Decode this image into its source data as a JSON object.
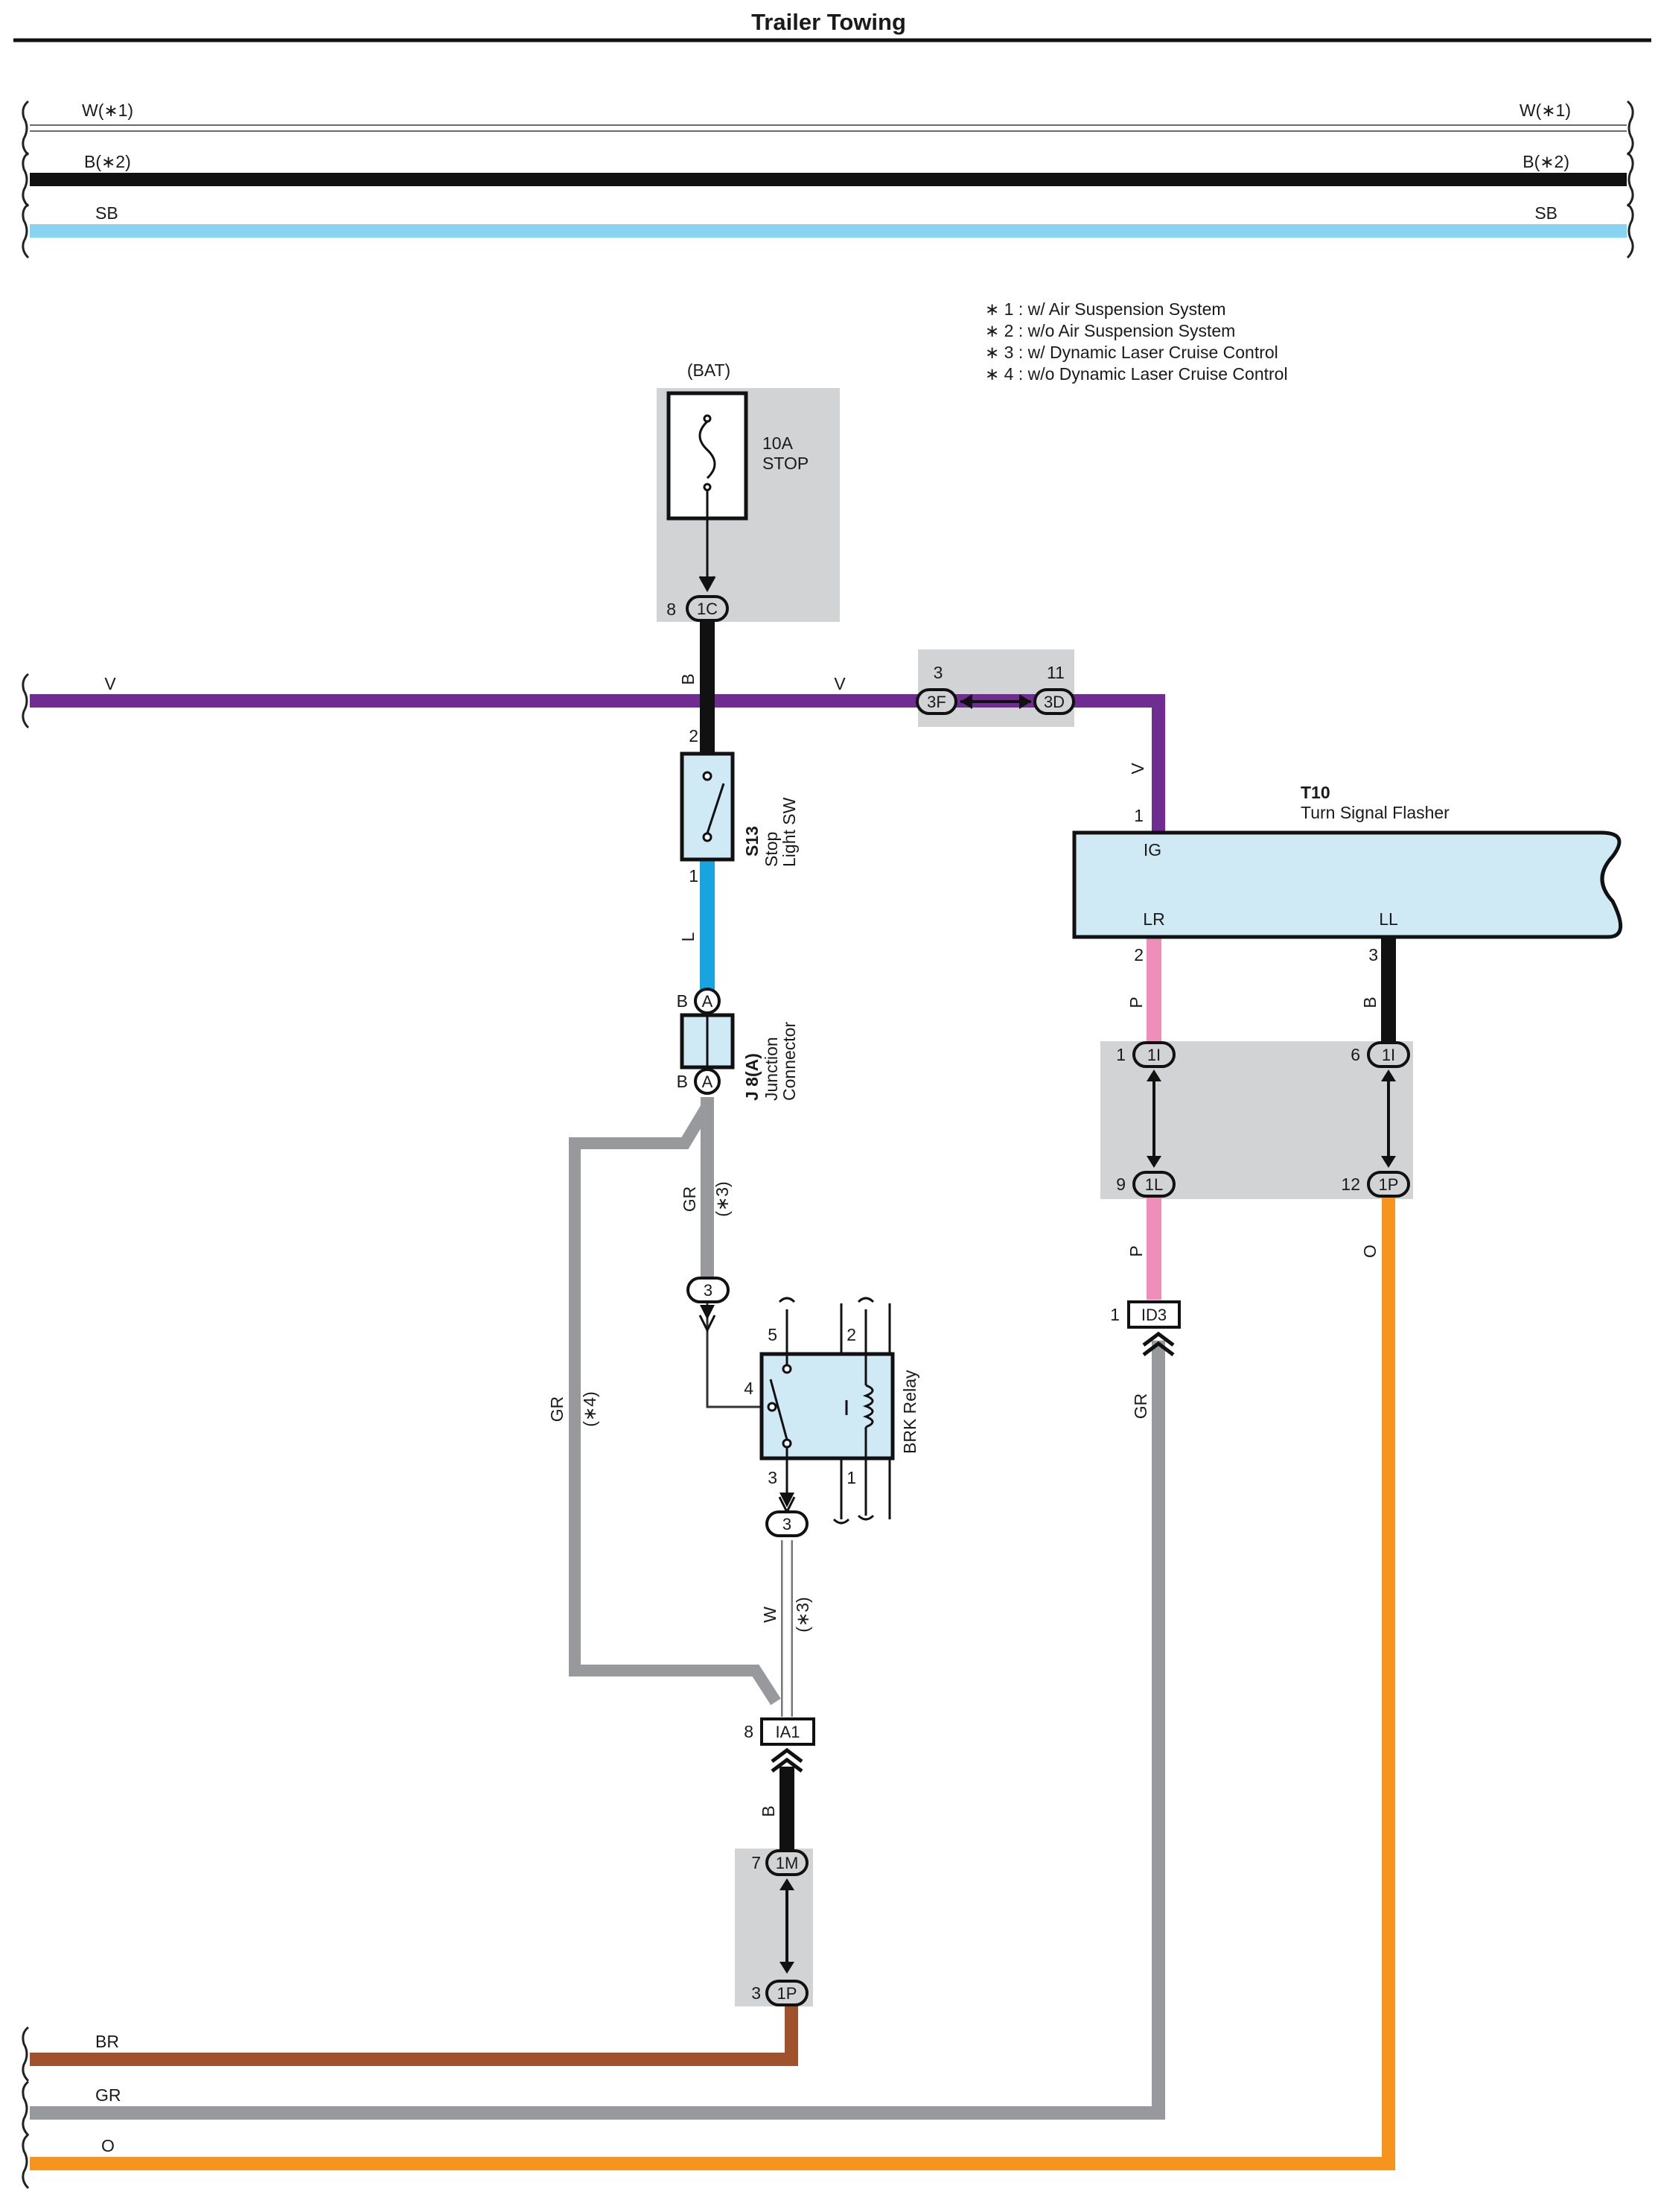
{
  "title": "Trailer Towing",
  "colors": {
    "V": "#6f2c91",
    "B": "#111111",
    "SB": "#87d3f1",
    "L": "#18a4e0",
    "GR": "#97999c",
    "W": "#ffffff",
    "P": "#ef8fb9",
    "O": "#f7941d",
    "BR": "#a0522d",
    "box_fill": "#cfe9f5",
    "shade": "#d1d3d5"
  },
  "top_wires": [
    {
      "left": "W(∗1)",
      "right": "W(∗1)"
    },
    {
      "left": "B(∗2)",
      "right": "B(∗2)"
    },
    {
      "left": "SB",
      "right": "SB"
    }
  ],
  "notes": [
    "∗ 1 : w/ Air Suspension System",
    "∗ 2 : w/o Air Suspension System",
    "∗ 3 : w/ Dynamic Laser Cruise Control",
    "∗ 4 : w/o Dynamic Laser Cruise Control"
  ],
  "fuse": {
    "source": "(BAT)",
    "rating": "10A",
    "name": "STOP",
    "connector": "1C",
    "pin": "8"
  },
  "wire_labels": {
    "v_left": "V",
    "v_mid": "V",
    "b_fuse": "B",
    "l_switch": "L",
    "gr_junction": "GR",
    "gr_junction_note": "(∗3)",
    "gr_bypass": "GR",
    "gr_bypass_note": "(∗4)",
    "w_relay": "W",
    "w_relay_note": "(∗3)",
    "b_ia1": "B",
    "v_flasher": "V",
    "p_lr": "P",
    "b_ll": "B",
    "p_id3": "P",
    "o_right": "O",
    "gr_id3": "GR"
  },
  "relay_connectors": {
    "left": "3F",
    "left_pin": "3",
    "right": "3D",
    "right_pin": "11"
  },
  "stop_switch": {
    "id": "S13",
    "name1": "Stop",
    "name2": "Light SW",
    "pin_top": "2",
    "pin_bottom": "1"
  },
  "junction": {
    "id": "J 8(A)",
    "name1": "Junction",
    "name2": "Connector",
    "top_letter": "A",
    "top_pin": "B",
    "bottom_letter": "A",
    "bottom_pin": "B"
  },
  "brk_relay": {
    "name": "BRK Relay",
    "pin5": "5",
    "pin2": "2",
    "pin4": "4",
    "pin3": "3",
    "pin1": "1",
    "conn_top": "3",
    "conn_bottom": "3"
  },
  "flasher": {
    "id": "T10",
    "name": "Turn Signal Flasher",
    "pin_ig": "IG",
    "pin_lr": "LR",
    "pin_ll": "LL",
    "pin1": "1",
    "pin2": "2",
    "pin3": "3"
  },
  "junction_block": {
    "c1": "1I",
    "c1_pin": "1",
    "c2": "1I",
    "c2_pin": "6",
    "c3": "1L",
    "c3_pin": "9",
    "c4": "1P",
    "c4_pin": "12"
  },
  "id3": {
    "code": "ID3",
    "pin": "1"
  },
  "ia1": {
    "code": "IA1",
    "pin": "8"
  },
  "lower_block": {
    "c1": "1M",
    "c1_pin": "7",
    "c2": "1P",
    "c2_pin": "3"
  },
  "bottom_wires": [
    "BR",
    "GR",
    "O"
  ]
}
